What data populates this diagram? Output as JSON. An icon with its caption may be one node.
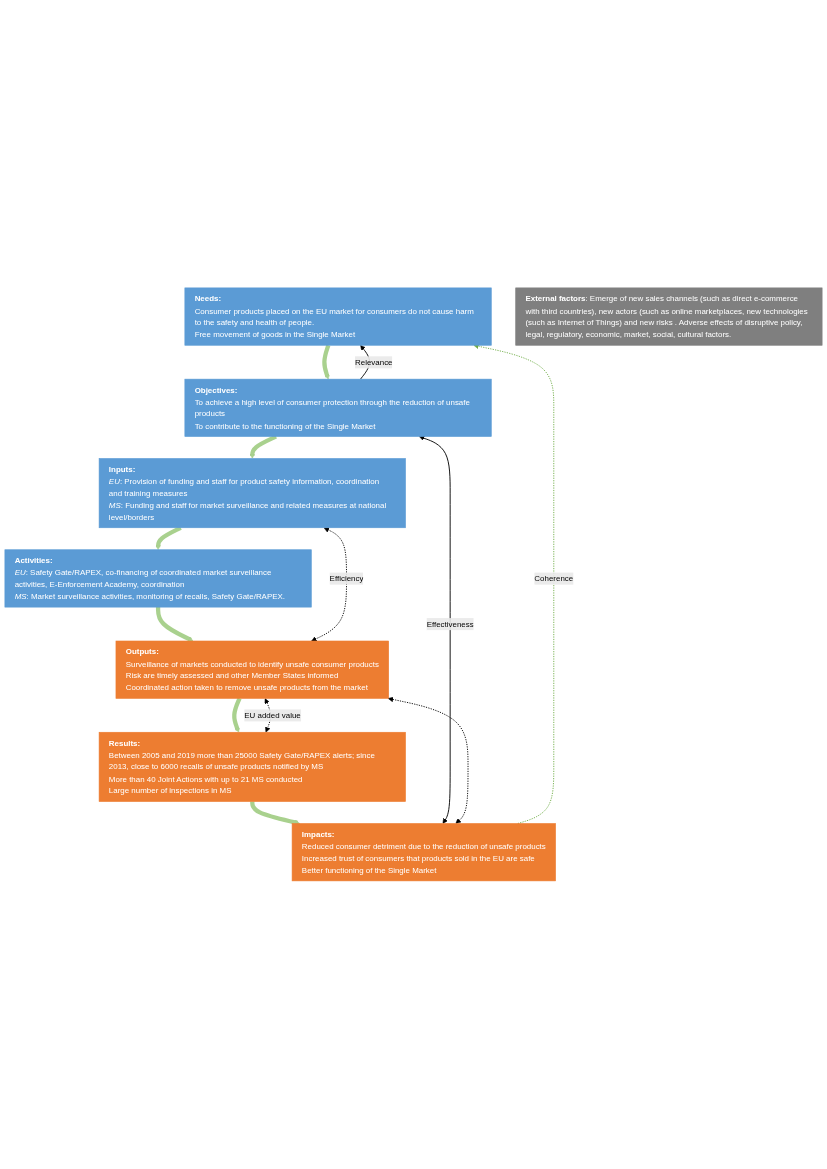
{
  "diagram": {
    "nodes": [
      {
        "text": [
          "Needs:",
          "Consumer products placed on the EU market for consumers do not cause harm to the safety and health of people.",
          "Free movement of goods in the Single Market"
        ]
      },
      {
        "text": [
          "Objectives:",
          "To achieve a high level of consumer protection through the reduction of unsafe products",
          "To contribute to the functioning of the Single Market"
        ]
      },
      {
        "text": [
          "Inputs:",
          "*EU*: Provision of funding and staff for product safety information, coordination and training measures",
          "*MS*: Funding and staff for market surveillance and related measures at national level/borders"
        ]
      },
      {
        "text": [
          "Activities:",
          "*EU*: Safety Gate/RAPEX, co-financing of coordinated market surveillance activities, E-Enforcement Academy, coordination",
          "*MS*: Market surveillance activities, monitoring of recalls, Safety Gate/RAPEX."
        ]
      },
      {
        "text": [
          "Outputs:",
          "Surveillance of markets conducted to identify unsafe consumer products",
          "Risk are timely assessed and other Member States informed",
          "Coordinated action taken to remove unsafe products from the market"
        ]
      },
      {
        "text": [
          "Results:",
          "Between 2005 and 2019 more than 25000 Safety Gate/RAPEX alerts; since 2013, close to 6000 recalls of unsafe products notified by MS",
          "More than 40 Joint Actions with up to 21 MS conducted",
          "Large number of inspections in MS"
        ]
      },
      {
        "text": [
          "Impacts:",
          "Reduced consumer detriment due to the reduction of unsafe products",
          "Increased trust of consumers that products sold in the EU are safe",
          "Better functioning of the Single Market"
        ]
      },
      {
        "text": [
          "**External factors**: Emerge of new sales channels (such as direct e-commerce with third countries), new actors (such as online marketplaces, new technologies (such as Internet of Things) and new risks . Adverse effects of disruptive policy, legal, regulatory, economic, market, social, cultural factors."
        ]
      }
    ],
    "edges": [
      {
        "from": 0,
        "to": 1,
        "arrow": "to",
        "style": "thick",
        "color": "#a9d18e"
      },
      {
        "from": 1,
        "to": 2,
        "arrow": "to",
        "style": "thick",
        "color": "#a9d18e"
      },
      {
        "from": 2,
        "to": 3,
        "arrow": "to",
        "style": "thick",
        "color": "#a9d18e"
      },
      {
        "from": 3,
        "to": 4,
        "arrow": "to",
        "style": "thick",
        "color": "#a9d18e"
      },
      {
        "from": 4,
        "to": 5,
        "arrow": "to",
        "style": "thick",
        "color": "#a9d18e"
      },
      {
        "from": 5,
        "to": 6,
        "arrow": "to",
        "style": "thick",
        "color": "#a9d18e"
      },
      {
        "from": 6,
        "to": 0,
        "arrow": "to",
        "label": "Coherence",
        "style": "dashed",
        "color": "#70ad47"
      },
      {
        "from": 1,
        "to": 0,
        "arrow": "to",
        "label": "Relevance",
        "color": "#000000"
      },
      {
        "from": 1,
        "to": 6,
        "arrow": "both",
        "label": "Effectiveness",
        "color": "#000000"
      },
      {
        "from": 2,
        "to": 4,
        "arrow": "both",
        "label": "Efficiency",
        "style": "dashed",
        "color": "#000000"
      },
      {
        "from": 4,
        "to": 5,
        "arrow": "both",
        "label": "EU added value",
        "style": "dashed",
        "color": "#000000"
      },
      {
        "from": 4,
        "to": 6,
        "arrow": "both",
        "style": "dashed",
        "color": "#000000"
      }
    ]
  }
}
